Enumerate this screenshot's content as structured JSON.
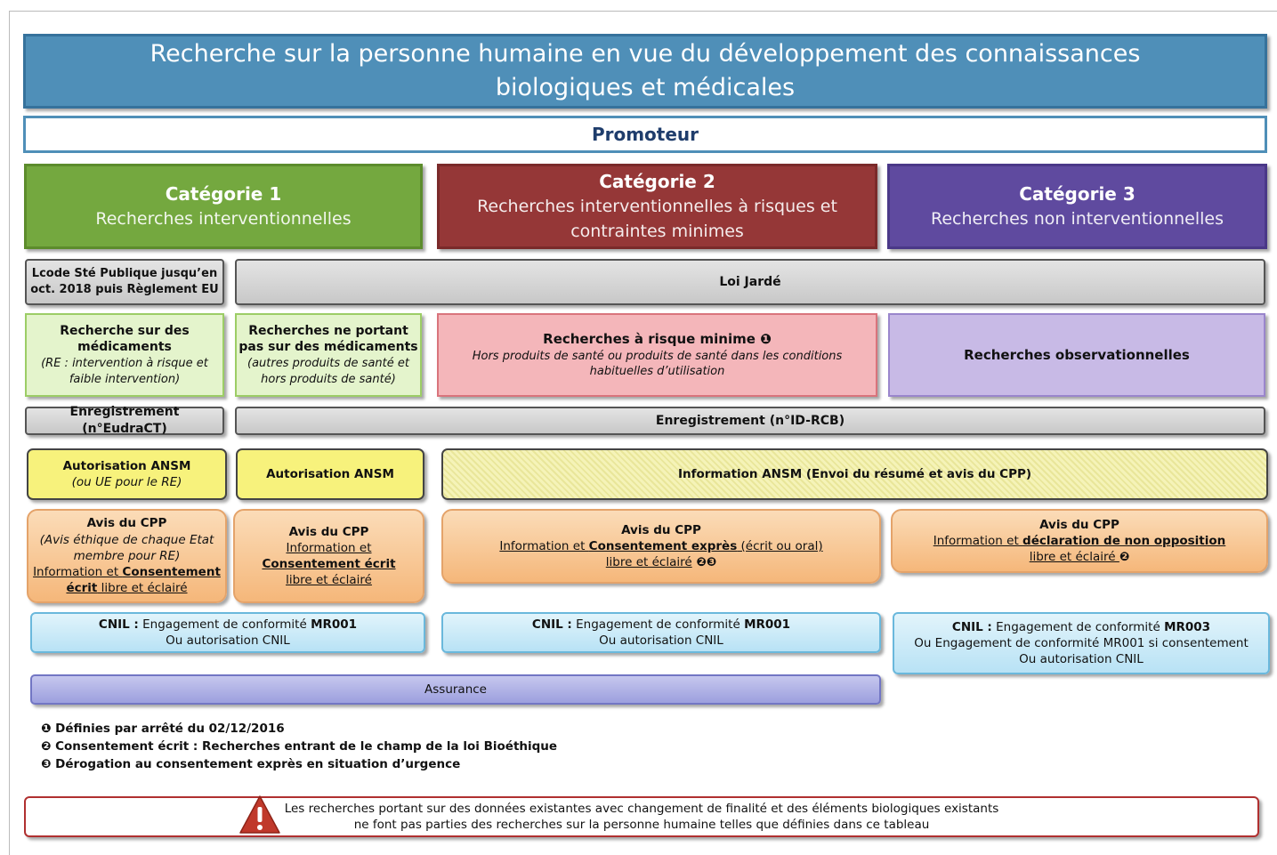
{
  "title": {
    "line1": "Recherche sur la personne humaine en vue du développement des connaissances",
    "line2": "biologiques et médicales"
  },
  "promoteur": "Promoteur",
  "categories": [
    {
      "title": "Catégorie 1",
      "subtitle_line1": "Recherches interventionnelles",
      "subtitle_line2": ""
    },
    {
      "title": "Catégorie 2",
      "subtitle_line1": "Recherches interventionnelles à risques et",
      "subtitle_line2": "contraintes minimes"
    },
    {
      "title": "Catégorie 3",
      "subtitle_line1": "Recherches non interventionnelles",
      "subtitle_line2": ""
    }
  ],
  "legal": {
    "lcode_line1": "Lcode Sté Publique jusqu’en",
    "lcode_line2": "oct. 2018 puis Règlement EU",
    "loi_jarde": "Loi Jardé"
  },
  "research_types": {
    "medicaments": {
      "title_line1": "Recherche sur des",
      "title_line2": "médicaments",
      "note_line1": "(RE : intervention à risque et",
      "note_line2": "faible intervention)"
    },
    "non_medicaments": {
      "title_line1": "Recherches ne portant",
      "title_line2": "pas sur des médicaments",
      "note_line1": "(autres produits de santé et",
      "note_line2": "hors produits de santé)"
    },
    "risque_minime": {
      "title": "Recherches à risque minime ❶",
      "note_line1": "Hors produits de santé ou produits de santé dans les conditions",
      "note_line2": "habituelles d’utilisation"
    },
    "observationnelles": {
      "title": "Recherches observationnelles"
    }
  },
  "enregistrement": {
    "eudract": "Enregistrement (n°EudraCT)",
    "idrcb": "Enregistrement  (n°ID-RCB)"
  },
  "ansm": {
    "cat1a_line1": "Autorisation ANSM",
    "cat1a_line2": "(ou UE pour le RE)",
    "cat1b": "Autorisation ANSM",
    "info": "Information ANSM (Envoi du résumé et avis du CPP)"
  },
  "cpp": {
    "cat1a": {
      "title": "Avis du CPP",
      "l2": "(Avis éthique de chaque Etat",
      "l3": "membre pour RE)",
      "l4a": "Information et ",
      "l4b": "Consentement",
      "l5a": "écrit",
      "l5b": " libre et éclairé"
    },
    "cat1b": {
      "title": "Avis du CPP",
      "l2": "Information et",
      "l3": "Consentement écrit",
      "l4": "libre et éclairé"
    },
    "cat2": {
      "title": "Avis du CPP",
      "l2a": "Information et ",
      "l2b": "Consentement exprès",
      "l2c": " (écrit ou oral)",
      "l3": "libre et éclairé",
      "l3m": " ❷❸"
    },
    "cat3": {
      "title": "Avis du CPP",
      "l2a": "Information et ",
      "l2b": "déclaration de non opposition",
      "l3": " libre et éclairé ",
      "l3m": "❷"
    }
  },
  "cnil": {
    "cat1": {
      "label": "CNIL :",
      "l1": " Engagement de conformité ",
      "code": "MR001",
      "l2": "Ou autorisation CNIL"
    },
    "cat2": {
      "label": "CNIL :",
      "l1": " Engagement de conformité ",
      "code": "MR001",
      "l2": "Ou  autorisation CNIL"
    },
    "cat3": {
      "label": "CNIL :",
      "l1": " Engagement de conformité ",
      "code": "MR003",
      "l2": "Ou Engagement de conformité MR001 si consentement",
      "l3": "Ou autorisation CNIL"
    }
  },
  "assurance": "Assurance",
  "notes": [
    "❶ Définies par  arrêté du 02/12/2016",
    "❷ Consentement écrit : Recherches entrant de le champ de la loi Bioéthique",
    "❸ Dérogation au consentement exprès en situation d’urgence"
  ],
  "warning": {
    "line1": "Les recherches portant sur des données existantes avec changement de finalité et des éléments biologiques existants",
    "line2": "ne font pas parties des recherches sur la personne humaine telles que définies dans ce tableau"
  },
  "colors": {
    "title_bg": "#4f8fb8",
    "cat1": "#74a83f",
    "cat2": "#953737",
    "cat3": "#5f4a9f",
    "warning_icon": "#c0392b"
  },
  "icons": {
    "warning": "warning-triangle-icon"
  }
}
